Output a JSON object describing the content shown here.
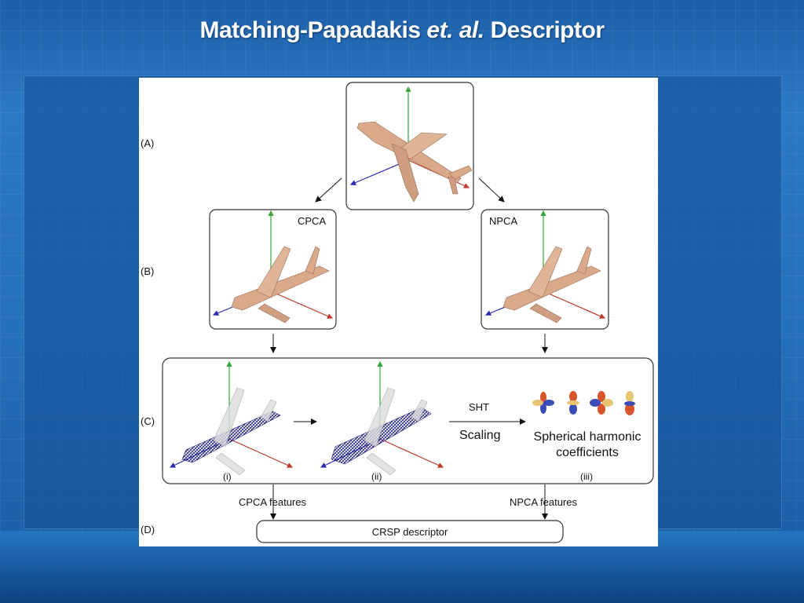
{
  "slide": {
    "title_main": "Matching-Papadakis",
    "title_italic": "et. al.",
    "title_end": "Descriptor"
  },
  "figure": {
    "row_labels": [
      "(A)",
      "(B)",
      "(C)",
      "(D)"
    ],
    "cpca_label": "CPCA",
    "npca_label": "NPCA",
    "sht_label": "SHT",
    "scaling_label": "Scaling",
    "coeff_line1": "Spherical harmonic",
    "coeff_line2": "coefficients",
    "sub_i": "(i)",
    "sub_ii": "(ii)",
    "sub_iii": "(iii)",
    "cpca_features": "CPCA features",
    "npca_features": "NPCA features",
    "descriptor_label": "CRSP descriptor"
  },
  "colors": {
    "axis_green": "#3aa63a",
    "axis_blue": "#2b2bb8",
    "axis_red": "#c0392b",
    "plane_tan": "#d9a98a",
    "mesh_blue": "#1d1d7a"
  }
}
